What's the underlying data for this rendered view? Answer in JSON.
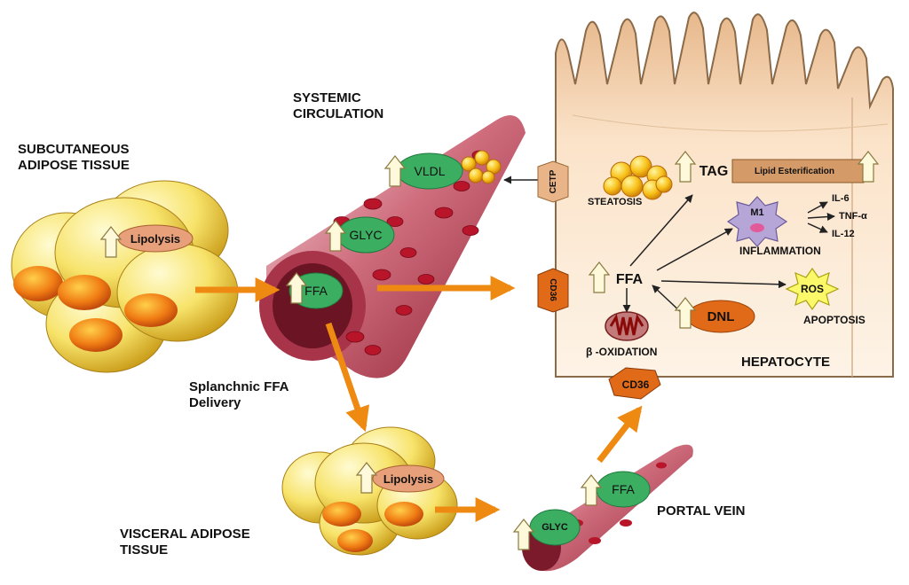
{
  "colors": {
    "hepatocyte_fill": "#fbe6cf",
    "hepatocyte_stroke": "#8a6a48",
    "adipocyte_fill": "#f5dd55",
    "adipocyte_nucleus": "#e9640a",
    "vessel_fill": "#c0455a",
    "rbc": "#b8142a",
    "green_node": "#3cae62",
    "orange_node": "#e8a07a",
    "arrow": "#ee8a12",
    "up_arrow": "#fff8d8"
  },
  "icons": [
    "up-arrow-icon",
    "fat-droplet-icon",
    "mitochondria-icon",
    "macrophage-icon",
    "ros-star-icon"
  ],
  "labels": {
    "systemic": [
      "SYSTEMIC",
      "CIRCULATION"
    ],
    "subcutaneous": [
      "SUBCUTANEOUS",
      "ADIPOSE TISSUE"
    ],
    "visceral": [
      "VISCERAL ADIPOSE",
      "TISSUE"
    ],
    "splanchnic": [
      "Splanchnic FFA",
      "Delivery"
    ],
    "portal_vein": "PORTAL VEIN",
    "steatosis": "STEATOSIS",
    "inflammation": "INFLAMMATION",
    "apoptosis": "APOPTOSIS",
    "beta_oxidation": "β -OXIDATION",
    "hepatocyte": "HEPATOCYTE"
  },
  "nodes": {
    "lipolysis_sub": "Lipolysis",
    "lipolysis_visc": "Lipolysis",
    "vldl": "VLDL",
    "glyc_systemic": "GLYC",
    "ffa_systemic": "FFA",
    "ffa_portal": "FFA",
    "glyc_portal": "GLYC",
    "cetp": "CETP",
    "cd36_side": "CD36",
    "cd36_bottom": "CD36",
    "tag": "TAG",
    "lipid_esterification": "Lipid Esterification",
    "ffa_liver": "FFA",
    "dnl": "DNL",
    "m1": "M1",
    "ros": "ROS",
    "il6": "IL-6",
    "tnf": "TNF-α",
    "il12": "IL-12"
  }
}
